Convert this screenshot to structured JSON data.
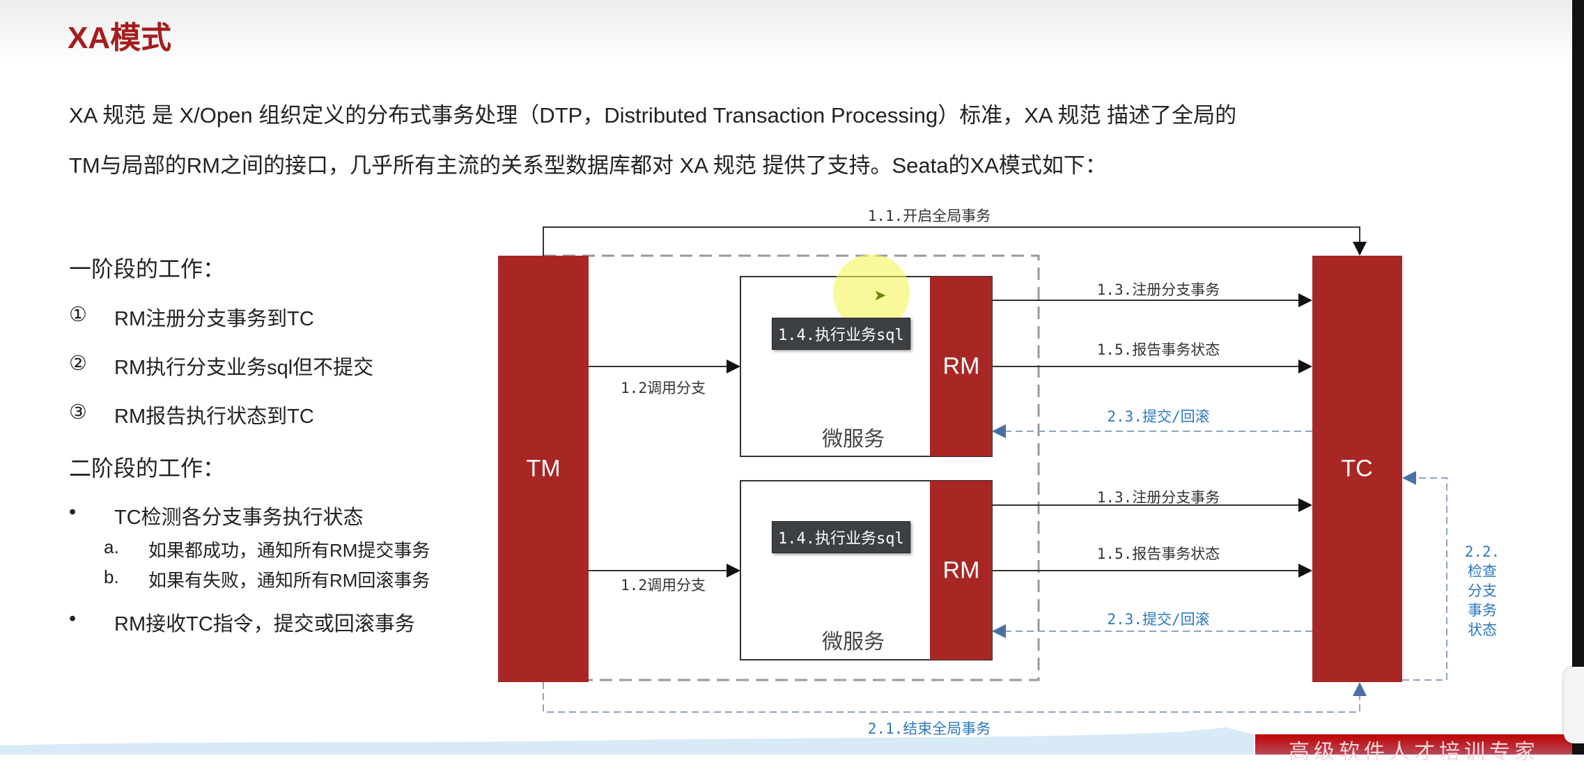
{
  "slide": {
    "title": "XA模式",
    "paragraph": [
      "XA 规范 是 X/Open 组织定义的分布式事务处理（DTP，Distributed Transaction Processing）标准，XA 规范 描述了全局的",
      "TM与局部的RM之间的接口，几乎所有主流的关系型数据库都对 XA 规范 提供了支持。Seata的XA模式如下："
    ],
    "phase1": {
      "heading": "一阶段的工作：",
      "items": [
        {
          "marker": "①",
          "text": "RM注册分支事务到TC"
        },
        {
          "marker": "②",
          "text": "RM执行分支业务sql但不提交"
        },
        {
          "marker": "③",
          "text": "RM报告执行状态到TC"
        }
      ]
    },
    "phase2": {
      "heading": "二阶段的工作：",
      "bullet1": "TC检测各分支事务执行状态",
      "sub": [
        {
          "marker": "a.",
          "text": "如果都成功，通知所有RM提交事务"
        },
        {
          "marker": "b.",
          "text": "如果有失败，通知所有RM回滚事务"
        }
      ],
      "bullet2": "RM接收TC指令，提交或回滚事务",
      "bullet_marker": "•"
    }
  },
  "diagram": {
    "tm": "TM",
    "tc": "TC",
    "services": [
      {
        "rm": "RM",
        "name": "微服务",
        "exec": "1.4.执行业务sql",
        "call": "1.2调用分支",
        "register": "1.3.注册分支事务",
        "report": "1.5.报告事务状态",
        "commit": "2.3.提交/回滚"
      },
      {
        "rm": "RM",
        "name": "微服务",
        "exec": "1.4.执行业务sql",
        "call": "1.2调用分支",
        "register": "1.3.注册分支事务",
        "report": "1.5.报告事务状态",
        "commit": "2.3.提交/回滚"
      }
    ],
    "begin_global": "1.1.开启全局事务",
    "end_global": "2.1.结束全局事务",
    "check_status": [
      "2.2.",
      "检查",
      "分支",
      "事务",
      "状态"
    ],
    "colors": {
      "box_red": "#a82725",
      "dash_blue": "#8fa3bf",
      "label_blue": "#2a78c1"
    }
  },
  "footer": {
    "banner": "高级软件人才培训专家"
  }
}
